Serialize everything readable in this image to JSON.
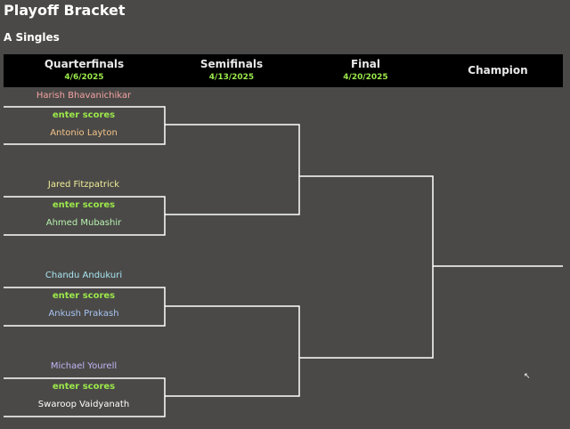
{
  "page": {
    "title": "Playoff Bracket",
    "subtitle": "A Singles"
  },
  "columns": [
    {
      "name": "Quarterfinals",
      "date": "4/6/2025"
    },
    {
      "name": "Semifinals",
      "date": "4/13/2025"
    },
    {
      "name": "Final",
      "date": "4/20/2025"
    },
    {
      "name": "Champion",
      "date": ""
    }
  ],
  "matches": [
    {
      "top": {
        "name": "Harish Bhavanichikar",
        "color": "#f5a3a3"
      },
      "action": "enter scores",
      "bottom": {
        "name": "Antonio Layton",
        "color": "#f5c48a"
      }
    },
    {
      "top": {
        "name": "Jared Fitzpatrick",
        "color": "#f2ee9a"
      },
      "action": "enter scores",
      "bottom": {
        "name": "Ahmed Mubashir",
        "color": "#b8f2b0"
      }
    },
    {
      "top": {
        "name": "Chandu Andukuri",
        "color": "#a8e6f2"
      },
      "action": "enter scores",
      "bottom": {
        "name": "Ankush Prakash",
        "color": "#a8c4f2"
      }
    },
    {
      "top": {
        "name": "Michael Yourell",
        "color": "#c4b4f5"
      },
      "action": "enter scores",
      "bottom": {
        "name": "Swaroop Vaidyanath",
        "color": "#ffffff"
      }
    }
  ],
  "colors": {
    "background": "#4a4947",
    "header": "#000000",
    "accent": "#9be84a",
    "lines": "#ffffff"
  }
}
